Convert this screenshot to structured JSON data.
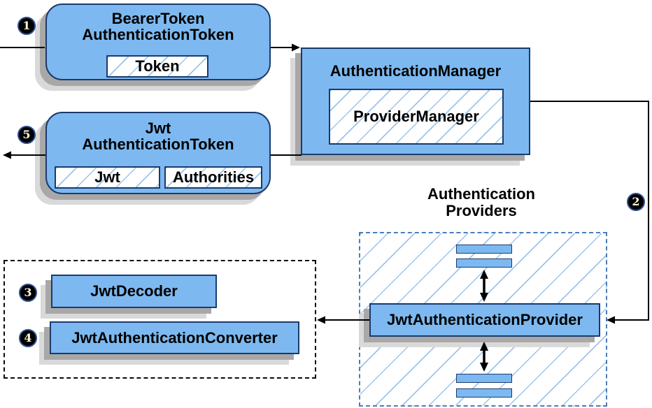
{
  "badges": {
    "step1": "1",
    "step2": "2",
    "step3": "3",
    "step4": "4",
    "step5": "5"
  },
  "bearer_box": {
    "title1": "BearerToken",
    "title2": "AuthenticationToken",
    "token": "Token"
  },
  "manager_box": {
    "title": "AuthenticationManager",
    "inner": "ProviderManager"
  },
  "jwt_box": {
    "title1": "Jwt",
    "title2": "AuthenticationToken",
    "jwt": "Jwt",
    "authorities": "Authorities"
  },
  "providers": {
    "heading1": "Authentication",
    "heading2": "Providers",
    "provider": "JwtAuthenticationProvider"
  },
  "converters": {
    "decoder": "JwtDecoder",
    "converter": "JwtAuthenticationConverter"
  },
  "colors": {
    "box_fill": "#7db9f0",
    "box_border": "#1a3a6d",
    "hatch_line": "#9cc4ec",
    "providers_dash_border": "#4a7dbb",
    "converter_dash_border": "#0a0a0a",
    "shadow_dark": "#a8a8a8",
    "shadow_light": "#d9d9d9",
    "arrow": "#000000",
    "badge_bg": "#000000",
    "badge_ring": "#2e4d8e",
    "badge_text": "#fdf5dc"
  }
}
